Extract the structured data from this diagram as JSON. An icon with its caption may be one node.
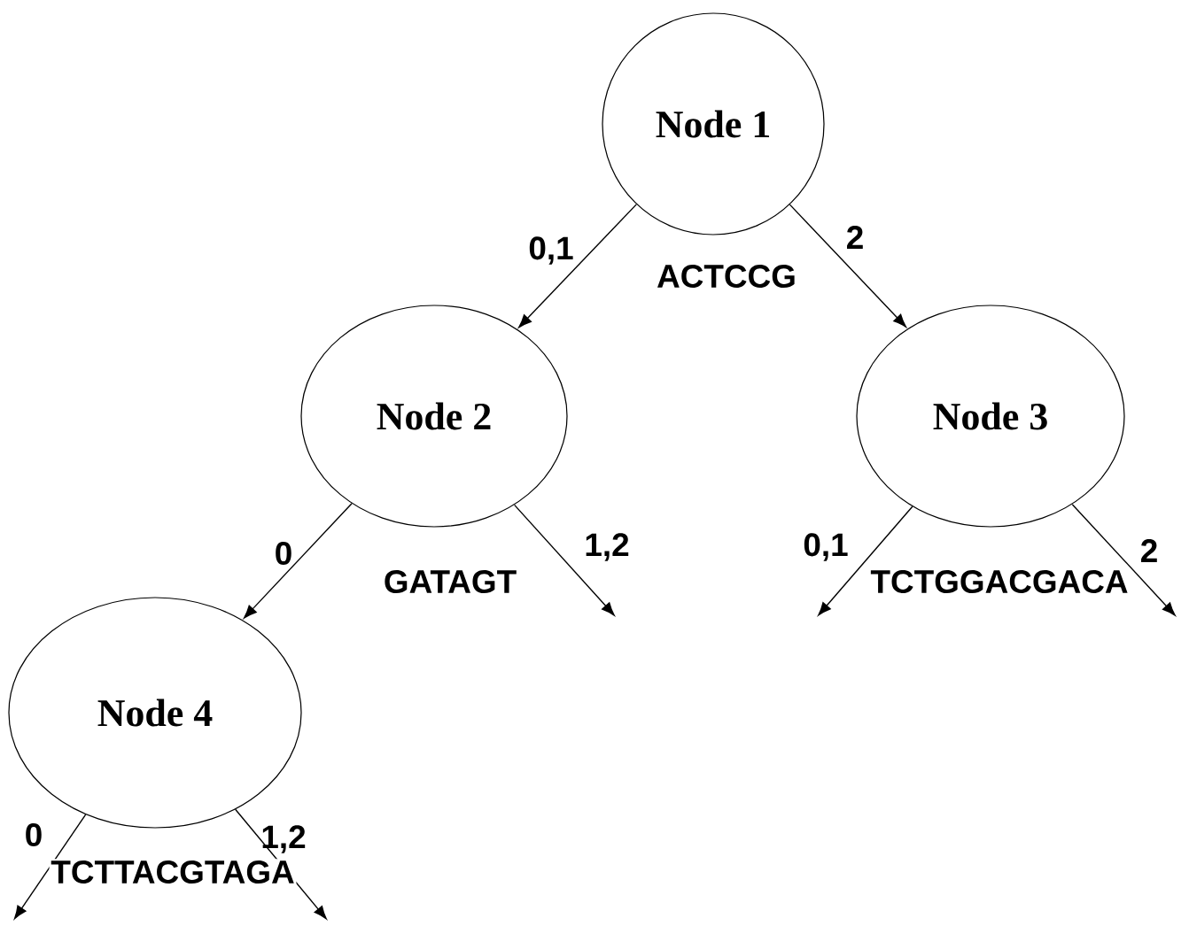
{
  "diagram": {
    "nodes": [
      {
        "text": [
          "Node 1"
        ],
        "beside": [
          "ACTCCG"
        ]
      },
      {
        "text": [
          "Node 2"
        ],
        "beside": [
          "GATAGT"
        ]
      },
      {
        "text": [
          "Node 3"
        ],
        "beside": [
          "TCTGGACGACA"
        ]
      },
      {
        "text": [
          "Node 4"
        ],
        "beside": [
          "TCTTACGTAGA"
        ]
      }
    ],
    "edges": [
      {
        "from": 0,
        "to": 1,
        "arrow": "to",
        "label": "0,1"
      },
      {
        "from": 0,
        "to": 2,
        "arrow": "to",
        "label": "2"
      },
      {
        "from": 1,
        "to": 3,
        "arrow": "to",
        "label": "0"
      },
      {
        "from": 1,
        "to": null,
        "arrow": "to",
        "label": "1,2"
      },
      {
        "from": 2,
        "to": null,
        "arrow": "to",
        "label": "0,1"
      },
      {
        "from": 2,
        "to": null,
        "arrow": "to",
        "label": "2"
      },
      {
        "from": 3,
        "to": null,
        "arrow": "to",
        "label": "0"
      },
      {
        "from": 3,
        "to": null,
        "arrow": "to",
        "label": "1,2"
      }
    ]
  }
}
